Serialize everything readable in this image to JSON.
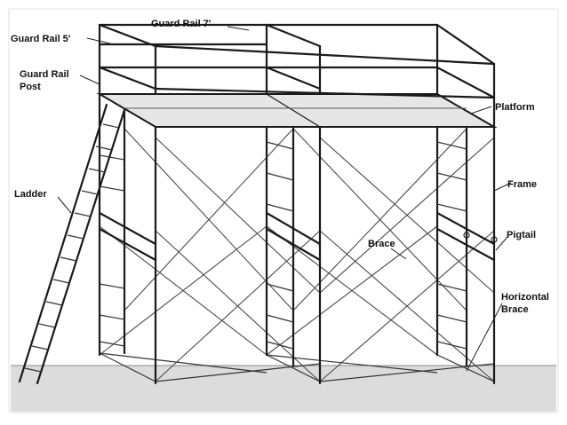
{
  "labels": {
    "guard_rail_7": "Guard Rail 7'",
    "guard_rail_5": "Guard Rail 5'",
    "guard_rail_post_line1": "Guard Rail",
    "guard_rail_post_line2": "Post",
    "platform": "Platform",
    "frame": "Frame",
    "ladder": "Ladder",
    "brace": "Brace",
    "pigtail": "Pigtail",
    "horizontal_brace_line1": "Horizontal",
    "horizontal_brace_line2": "Brace"
  },
  "colors": {
    "line": "#1a1a1a",
    "ground": "#dcdcdc",
    "platform": "#e6e6e6"
  }
}
